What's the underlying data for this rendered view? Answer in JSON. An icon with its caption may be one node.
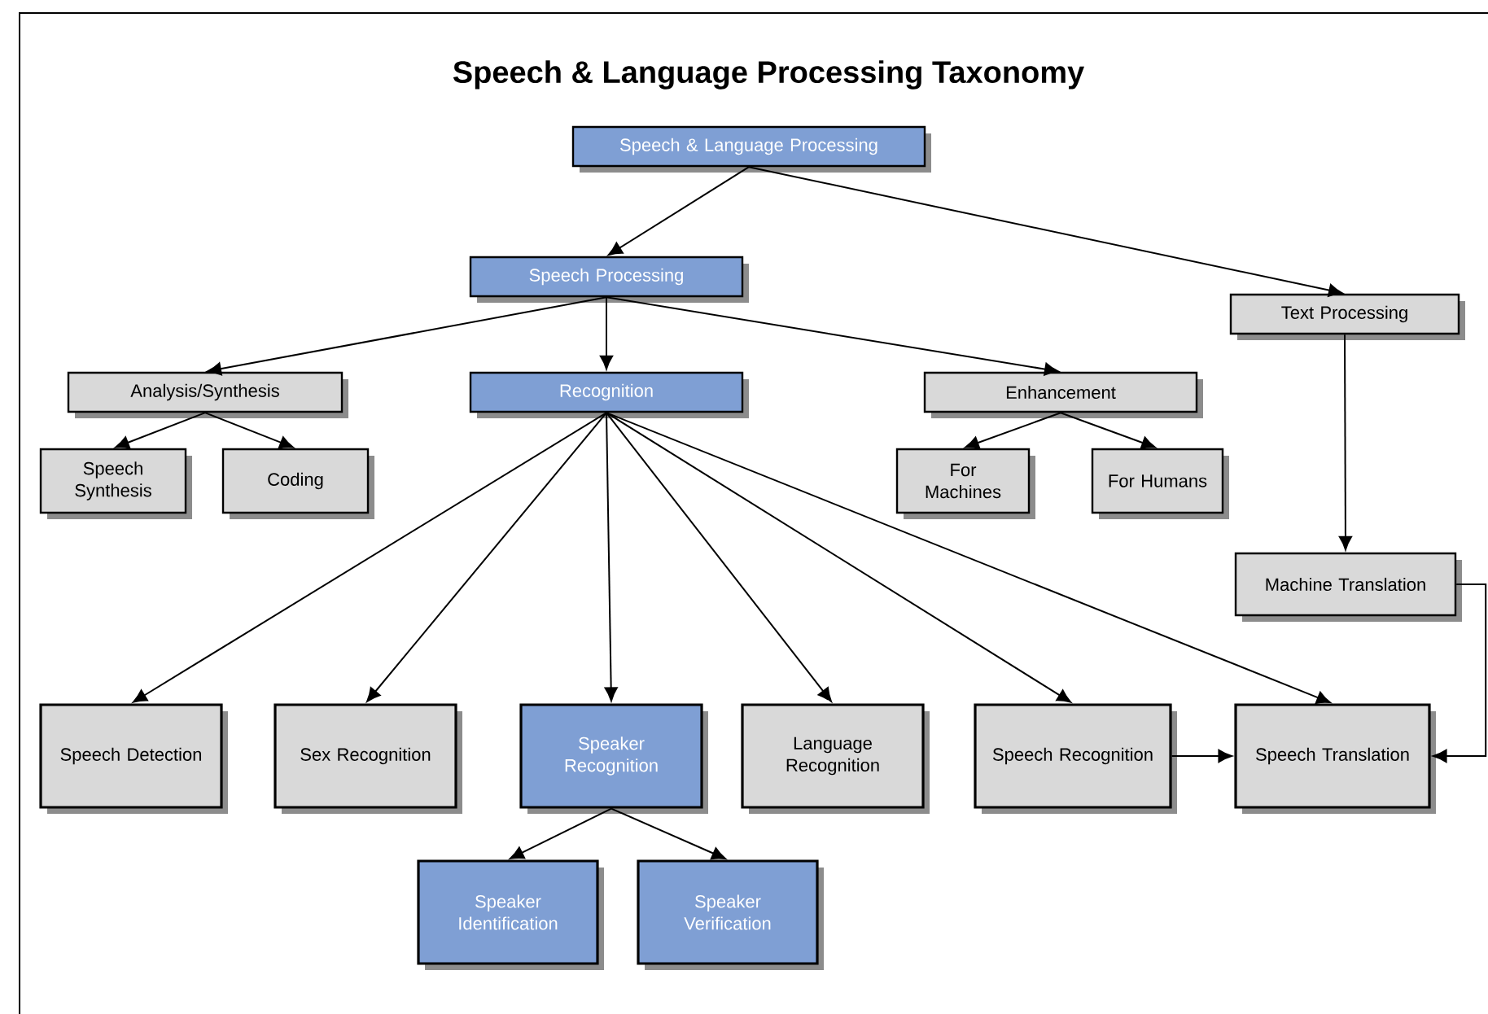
{
  "diagram": {
    "title": "Speech & Language Processing Taxonomy",
    "nodes": [
      {
        "text": [
          "Speech & Language Processing"
        ]
      },
      {
        "text": [
          "Speech Processing"
        ]
      },
      {
        "text": [
          "Text Processing"
        ]
      },
      {
        "text": [
          "Analysis/Synthesis"
        ]
      },
      {
        "text": [
          "Recognition"
        ]
      },
      {
        "text": [
          "Enhancement"
        ]
      },
      {
        "text": [
          "Speech Synthesis"
        ]
      },
      {
        "text": [
          "Coding"
        ]
      },
      {
        "text": [
          "For Machines"
        ]
      },
      {
        "text": [
          "For Humans"
        ]
      },
      {
        "text": [
          "Machine Translation"
        ]
      },
      {
        "text": [
          "Speech Detection"
        ]
      },
      {
        "text": [
          "Sex Recognition"
        ]
      },
      {
        "text": [
          "Speaker Recognition"
        ]
      },
      {
        "text": [
          "Language Recognition"
        ]
      },
      {
        "text": [
          "Speech Recognition"
        ]
      },
      {
        "text": [
          "Speech Translation"
        ]
      },
      {
        "text": [
          "Speaker Identification"
        ]
      },
      {
        "text": [
          "Speaker Verification"
        ]
      }
    ],
    "edges": [
      {
        "from": 0,
        "to": 1,
        "arrow": "to"
      },
      {
        "from": 0,
        "to": 2,
        "arrow": "to"
      },
      {
        "from": 1,
        "to": 3,
        "arrow": "to"
      },
      {
        "from": 1,
        "to": 4,
        "arrow": "to"
      },
      {
        "from": 1,
        "to": 5,
        "arrow": "to"
      },
      {
        "from": 3,
        "to": 6,
        "arrow": "to"
      },
      {
        "from": 3,
        "to": 7,
        "arrow": "to"
      },
      {
        "from": 5,
        "to": 8,
        "arrow": "to"
      },
      {
        "from": 5,
        "to": 9,
        "arrow": "to"
      },
      {
        "from": 2,
        "to": 10,
        "arrow": "to"
      },
      {
        "from": 4,
        "to": 11,
        "arrow": "to"
      },
      {
        "from": 4,
        "to": 12,
        "arrow": "to"
      },
      {
        "from": 4,
        "to": 13,
        "arrow": "to"
      },
      {
        "from": 4,
        "to": 14,
        "arrow": "to"
      },
      {
        "from": 4,
        "to": 15,
        "arrow": "to"
      },
      {
        "from": 4,
        "to": 16,
        "arrow": "to"
      },
      {
        "from": 13,
        "to": 17,
        "arrow": "to"
      },
      {
        "from": 13,
        "to": 18,
        "arrow": "to"
      },
      {
        "from": 15,
        "to": 16,
        "arrow": "to"
      },
      {
        "from": 10,
        "to": 16,
        "arrow": "to"
      }
    ]
  }
}
